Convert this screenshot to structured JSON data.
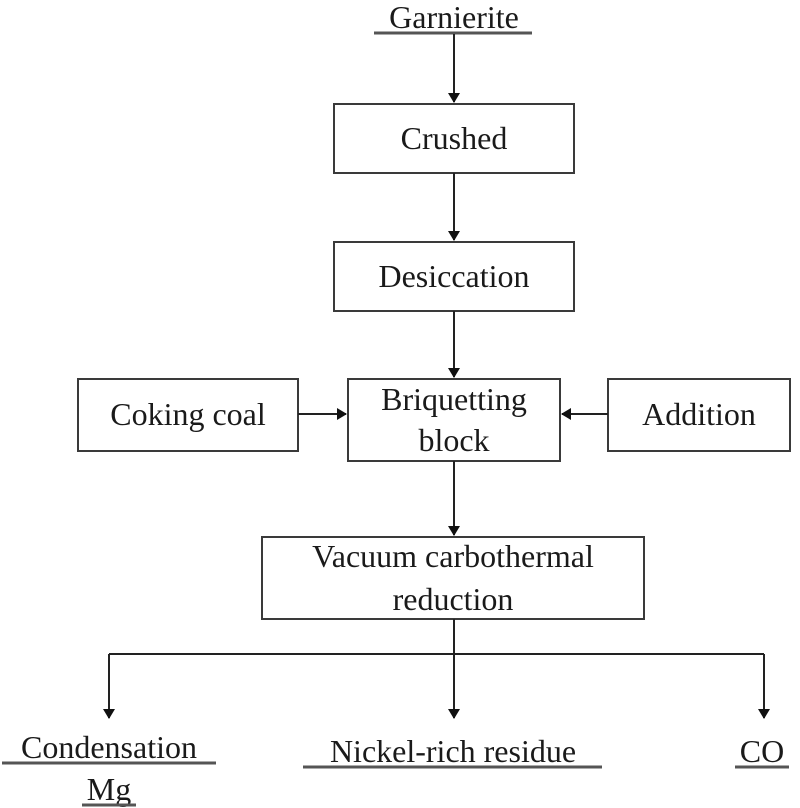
{
  "diagram": {
    "title": "Process flow of vacuum carbothermal reduction of garnierite",
    "input": "Garnierite",
    "steps": {
      "crushed": "Crushed",
      "desiccation": "Desiccation",
      "briquetting_line1": "Briquetting",
      "briquetting_line2": "block",
      "reduction_line1": "Vacuum carbothermal",
      "reduction_line2": "reduction"
    },
    "side_inputs": {
      "left": "Coking coal",
      "right": "Addition"
    },
    "outputs": {
      "left_line1": "Condensation",
      "left_line2": "Mg",
      "center": "Nickel-rich residue",
      "right": "CO"
    }
  }
}
